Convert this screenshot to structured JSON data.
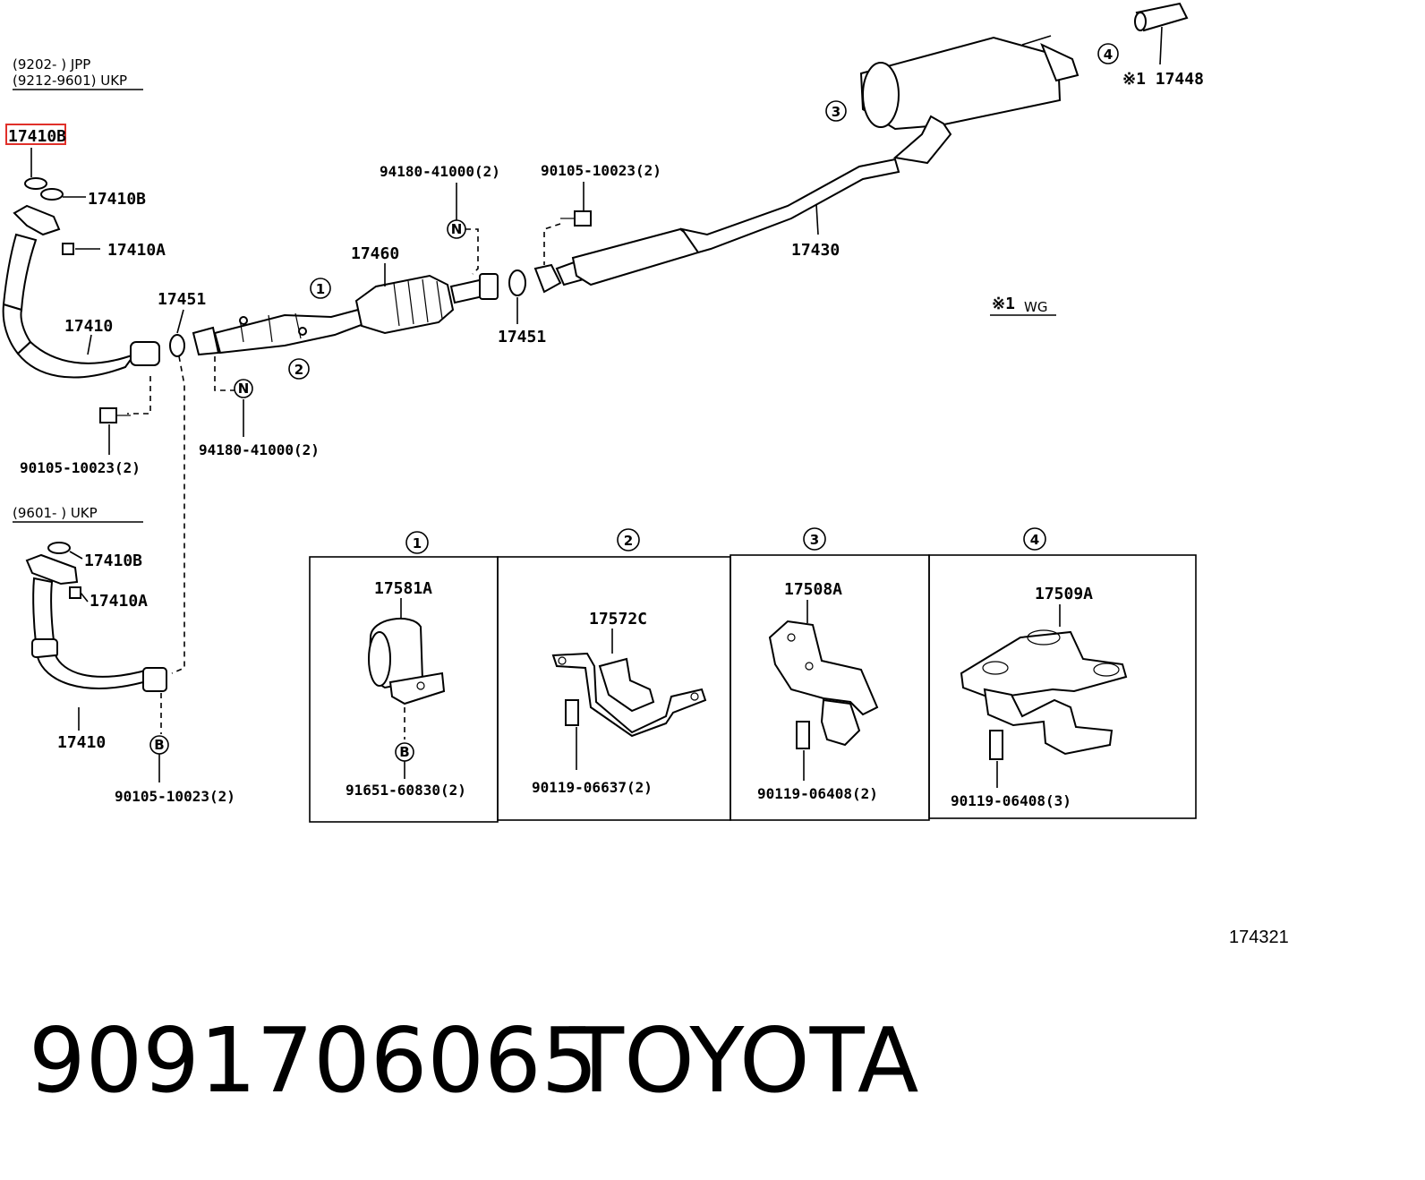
{
  "footer": {
    "part_number": "9091706065",
    "brand": "TOYOTA"
  },
  "diagram_id": "174321",
  "notes": {
    "jpp_range": "(9202-        ) JPP",
    "ukp_range_1": "(9212-9601) UKP",
    "ukp_range_2": "(9601-        ) UKP",
    "wg_note": "※1",
    "wg_suffix": "WG"
  },
  "labels": {
    "p17410b_top": "17410B",
    "p17410b_2": "17410B",
    "p17410a_1": "17410A",
    "p17410_1": "17410",
    "p17451_1": "17451",
    "p17460": "17460",
    "p17451_2": "17451",
    "p17430": "17430",
    "p17448": "※1 17448",
    "bolt_941_top": "94180-41000(2)",
    "bolt_901_top": "90105-10023(2)",
    "bolt_941_bot": "94180-41000(2)",
    "bolt_901_left": "90105-10023(2)",
    "p17410b_3": "17410B",
    "p17410a_2": "17410A",
    "p17410_2": "17410",
    "bolt_901_bottom": "90105-10023(2)"
  },
  "circles": {
    "c1": "1",
    "c2": "2",
    "c3": "3",
    "c4": "4",
    "n": "N",
    "b": "B"
  },
  "detail_boxes": [
    {
      "number": "1",
      "part": "17581A",
      "bolt": "91651-60830(2)"
    },
    {
      "number": "2",
      "part": "17572C",
      "bolt": "90119-06637(2)"
    },
    {
      "number": "3",
      "part": "17508A",
      "bolt": "90119-06408(2)"
    },
    {
      "number": "4",
      "part": "17509A",
      "bolt": "90119-06408(3)"
    }
  ]
}
